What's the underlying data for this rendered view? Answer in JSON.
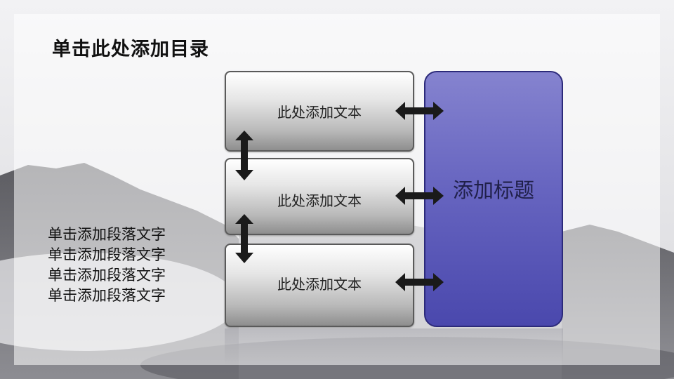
{
  "title": "单击此处添加目录",
  "paragraph": [
    "单击添加段落文字",
    "单击添加段落文字",
    "单击添加段落文字",
    "单击添加段落文字"
  ],
  "boxes": [
    "此处添加文本",
    "此处添加文本",
    "此处添加文本"
  ],
  "side_title": "添加标题",
  "colors": {
    "accent": "#6765c0",
    "box": "#c8c8c8",
    "arrow": "#1a1a1a"
  }
}
